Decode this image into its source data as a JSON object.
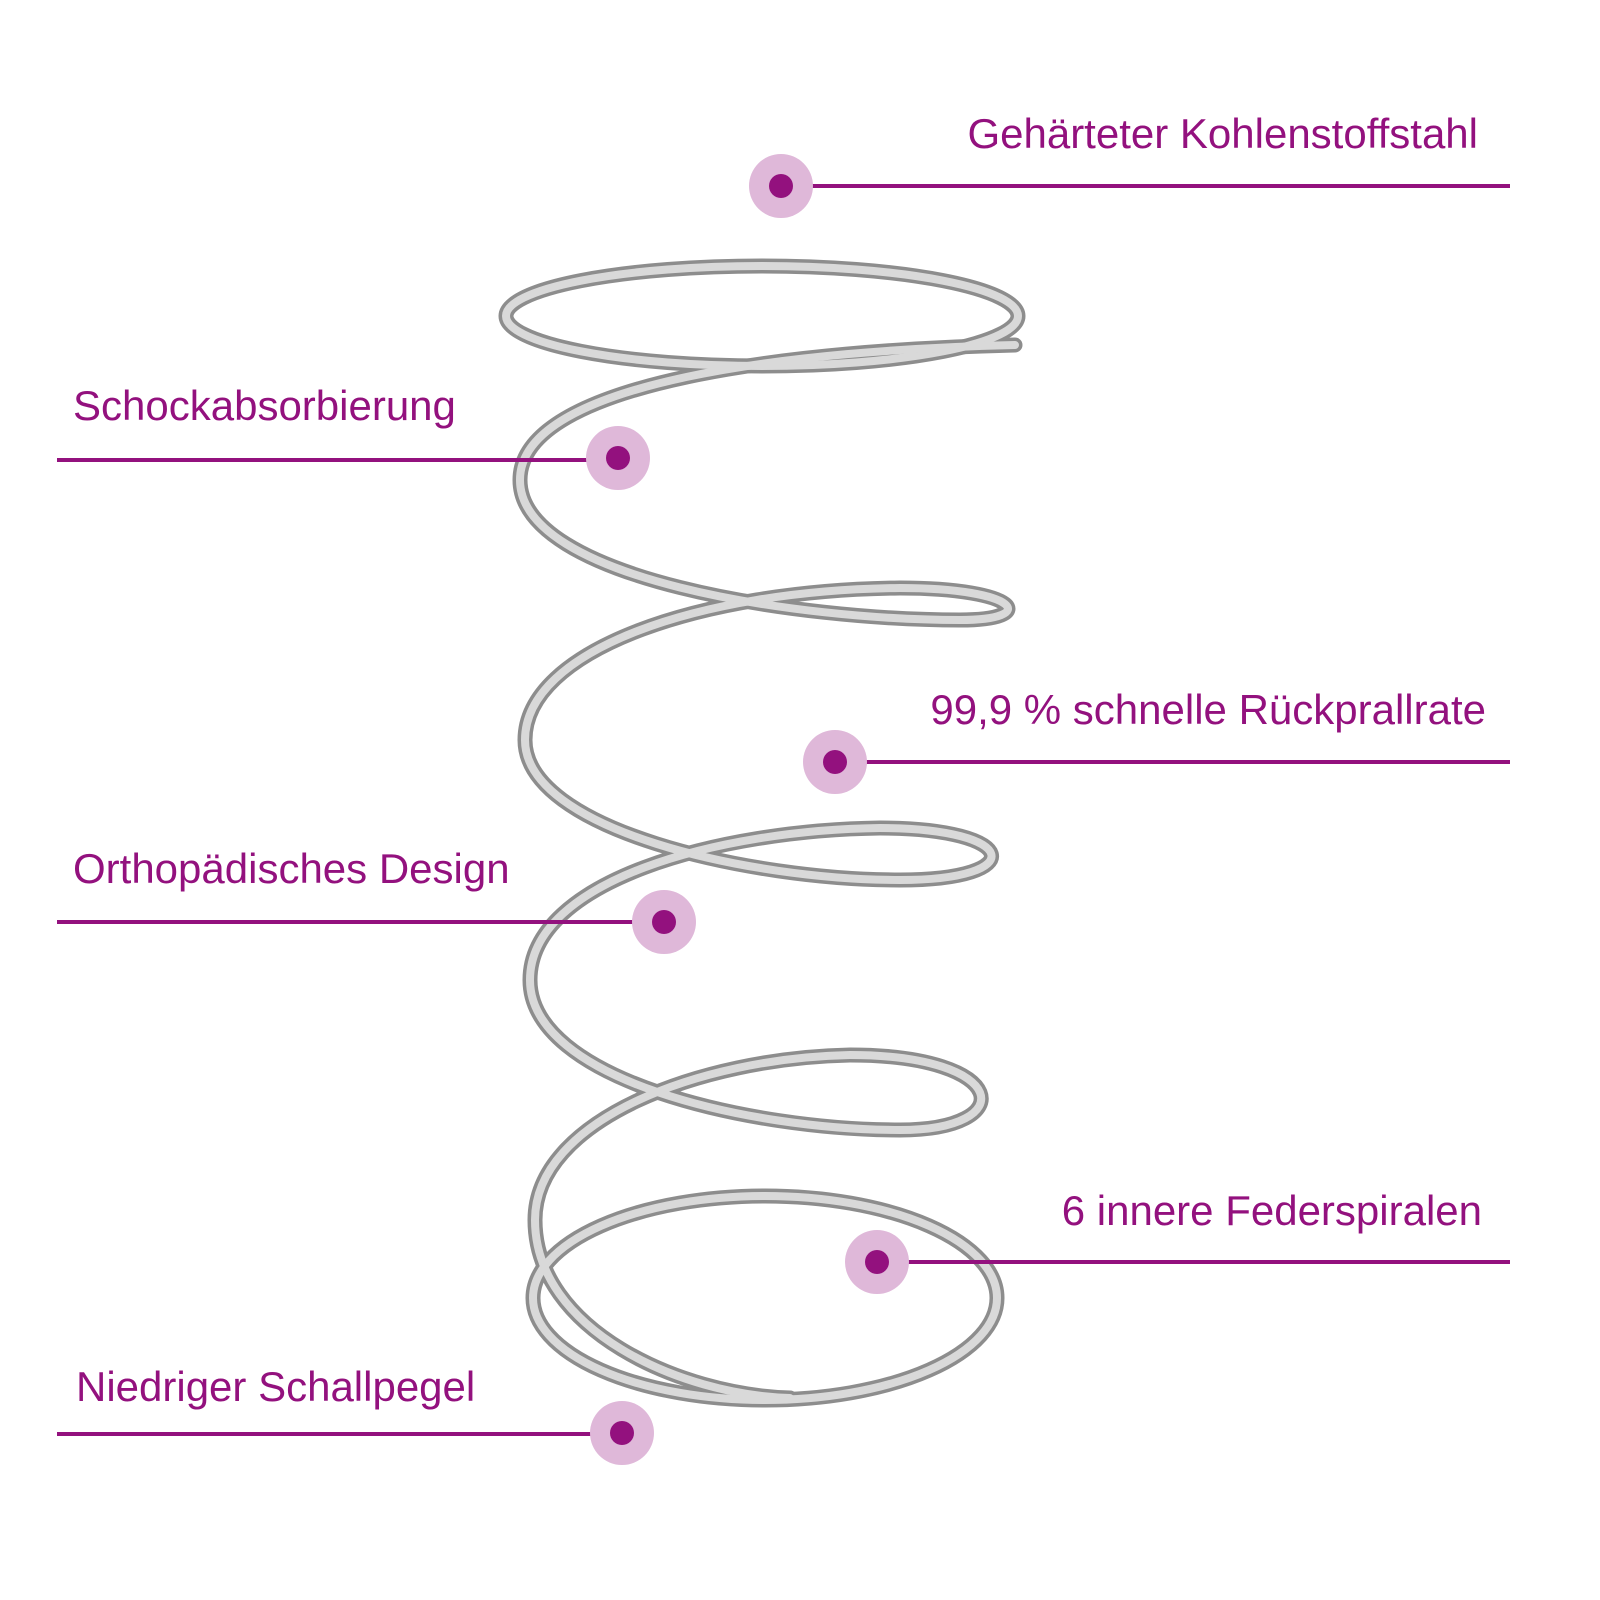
{
  "colors": {
    "accent": "#93117e",
    "halo": "#dfb8d9",
    "spring": "#b8b8b8"
  },
  "image": {
    "subject": "spring-coil-icon"
  },
  "labels": [
    {
      "text": "Gehärteter Kohlenstoffstahl"
    },
    {
      "text": "Schockabsorbierung"
    },
    {
      "text": "99,9 % schnelle Rückprallrate"
    },
    {
      "text": "Orthopädisches Design"
    },
    {
      "text": "6 innere Federspiralen"
    },
    {
      "text": "Niedriger Schallpegel"
    }
  ]
}
